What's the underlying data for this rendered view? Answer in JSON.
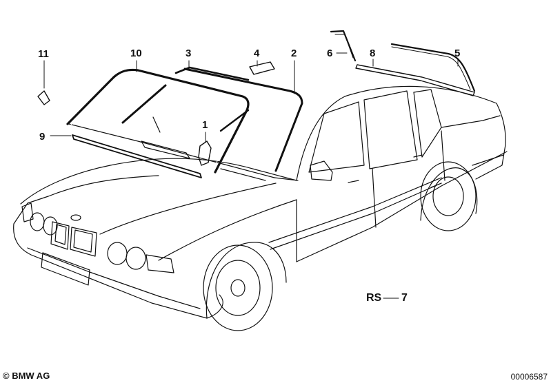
{
  "callouts": {
    "c11": "11",
    "c10": "10",
    "c3": "3",
    "c4": "4",
    "c2": "2",
    "c6": "6",
    "c8": "8",
    "c5": "5",
    "c1": "1",
    "c9": "9",
    "c7": "7"
  },
  "rs_label": "RS",
  "copyright": "© BMW AG",
  "diagram_number": "00006587"
}
